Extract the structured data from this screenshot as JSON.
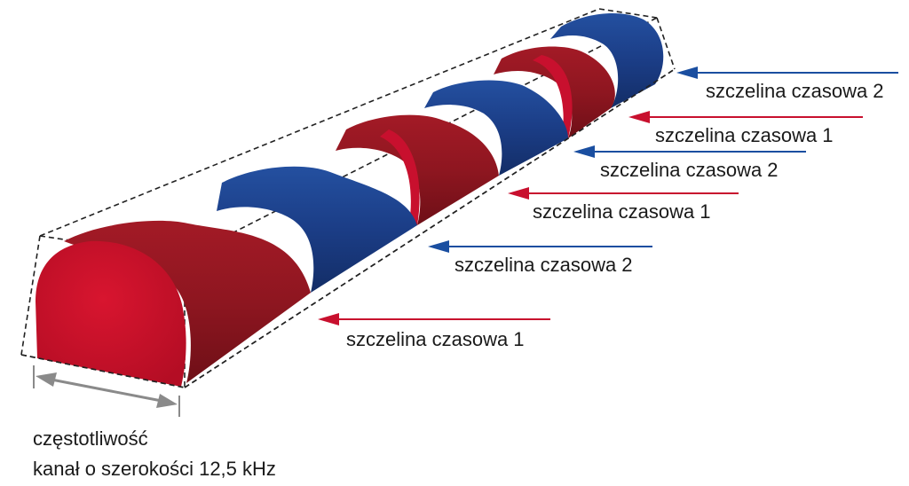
{
  "slot_labels": [
    {
      "text": "szczelina czasowa 1",
      "slot": 1
    },
    {
      "text": "szczelina czasowa 2",
      "slot": 2
    },
    {
      "text": "szczelina czasowa 1",
      "slot": 1
    },
    {
      "text": "szczelina czasowa 2",
      "slot": 2
    },
    {
      "text": "szczelina czasowa 1",
      "slot": 1
    },
    {
      "text": "szczelina czasowa 2",
      "slot": 2
    }
  ],
  "caption": {
    "line1": "częstotliwość",
    "line2": "kanał o szerokości 12,5 kHz"
  },
  "colors": {
    "slot1_side": "#8e1620",
    "slot1_front": "#c8102e",
    "slot2_side": "#1b3d86",
    "slot2_front": "#1e4fa3",
    "slot1_arrow": "#c8102e",
    "slot2_arrow": "#1a4ea0",
    "dim_arrow": "#8a8a8a"
  }
}
